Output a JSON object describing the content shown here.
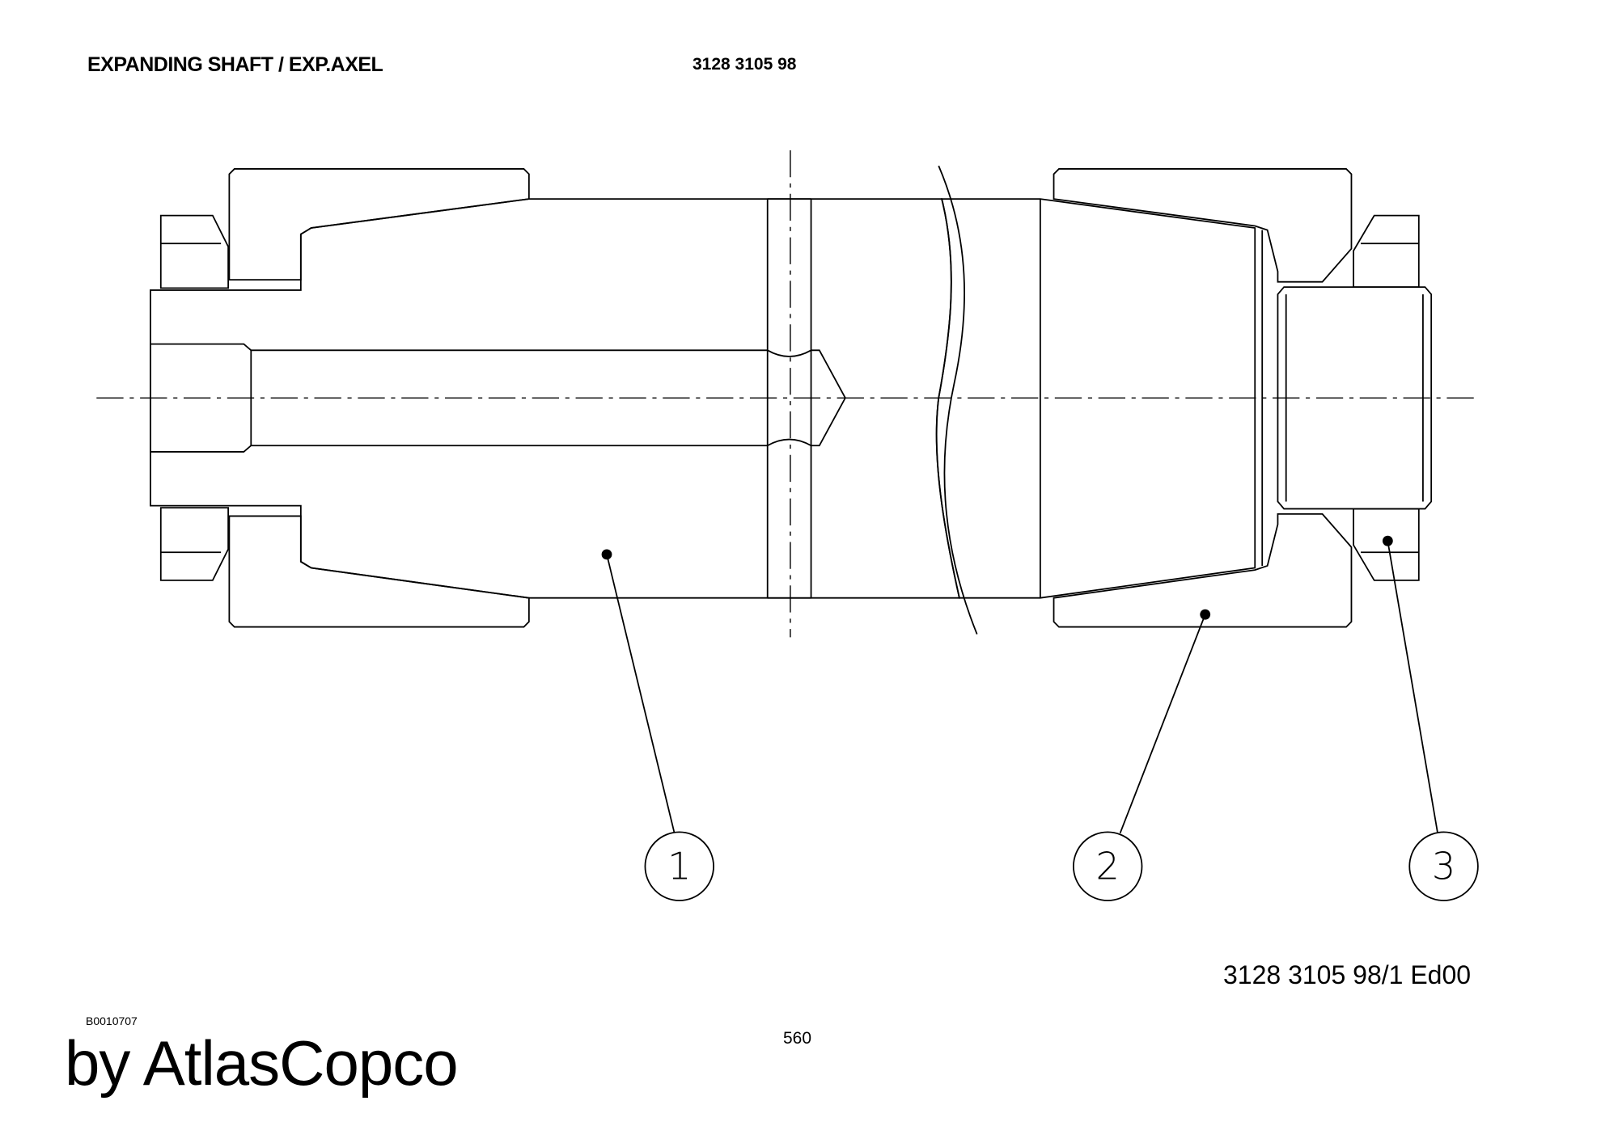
{
  "header": {
    "title": "EXPANDING SHAFT / EXP.AXEL",
    "part_number": "3128 3105 98"
  },
  "drawing": {
    "balloons": [
      {
        "label": "1"
      },
      {
        "label": "2"
      },
      {
        "label": "3"
      }
    ],
    "reference": "3128 3105 98/1  Ed00"
  },
  "footer": {
    "image_id": "B0010707",
    "page_number": "560",
    "brand": "by AtlasCopco"
  }
}
